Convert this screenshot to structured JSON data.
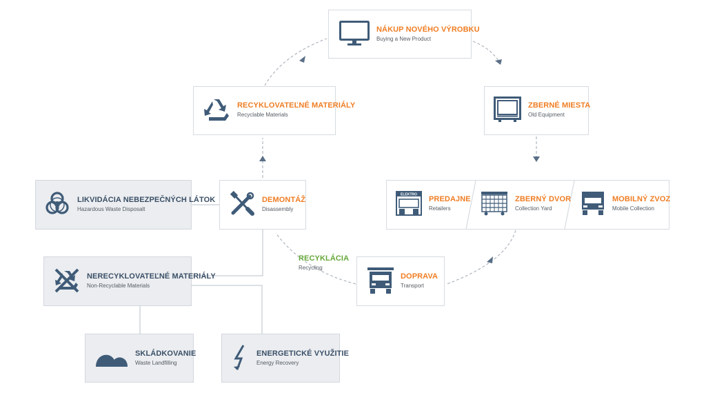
{
  "colors": {
    "accent": "#ef7d23",
    "icon": "#3f5b78",
    "dark_title": "#3a4f66",
    "green": "#67a83a",
    "connector": "#aeb6bf"
  },
  "nodes": {
    "buy": {
      "title": "NÁKUP NOVÉHO VÝROBKU",
      "subtitle": "Buying a New Product",
      "icon": "monitor-icon"
    },
    "collection": {
      "title": "ZBERNÉ MIESTA",
      "subtitle": "Old Equipment",
      "icon": "tv-icon"
    },
    "retailers": {
      "title": "PREDAJNE",
      "subtitle": "Retailers",
      "icon": "store-icon"
    },
    "yard": {
      "title": "ZBERNÝ DVOR",
      "subtitle": "Collection Yard",
      "icon": "container-icon"
    },
    "mobile": {
      "title": "MOBILNÝ ZVOZ",
      "subtitle": "Mobile Collection",
      "icon": "truck-icon"
    },
    "transport": {
      "title": "DOPRAVA",
      "subtitle": "Transport",
      "icon": "bus-icon"
    },
    "recycling": {
      "title": "RECYKLÁCIA",
      "subtitle": "Recycling"
    },
    "disassembly": {
      "title": "DEMONTÁŽ",
      "subtitle": "Disassembly",
      "icon": "tools-icon"
    },
    "recyclable": {
      "title": "RECYKLOVATEĽNÉ MATERIÁLY",
      "subtitle": "Recyclable Materials",
      "icon": "recycle-icon"
    },
    "hazardous": {
      "title": "LIKVIDÁCIA NEBEZPEČNÝCH LÁTOK",
      "subtitle": "Hazardous Waste Disposalt",
      "icon": "biohazard-icon"
    },
    "nonrecyclable": {
      "title": "NERECYKLOVATEĽNÉ MATERIÁLY",
      "subtitle": "Non-Recyclable Materials",
      "icon": "no-recycle-icon"
    },
    "landfill": {
      "title": "SKLÁDKOVANIE",
      "subtitle": "Waste Landfilling",
      "icon": "landfill-icon"
    },
    "energy": {
      "title": "ENERGETICKÉ VYUŽITIE",
      "subtitle": "Energy Recovery",
      "icon": "lightning-icon"
    }
  },
  "store_sign": "ELEKTRO"
}
